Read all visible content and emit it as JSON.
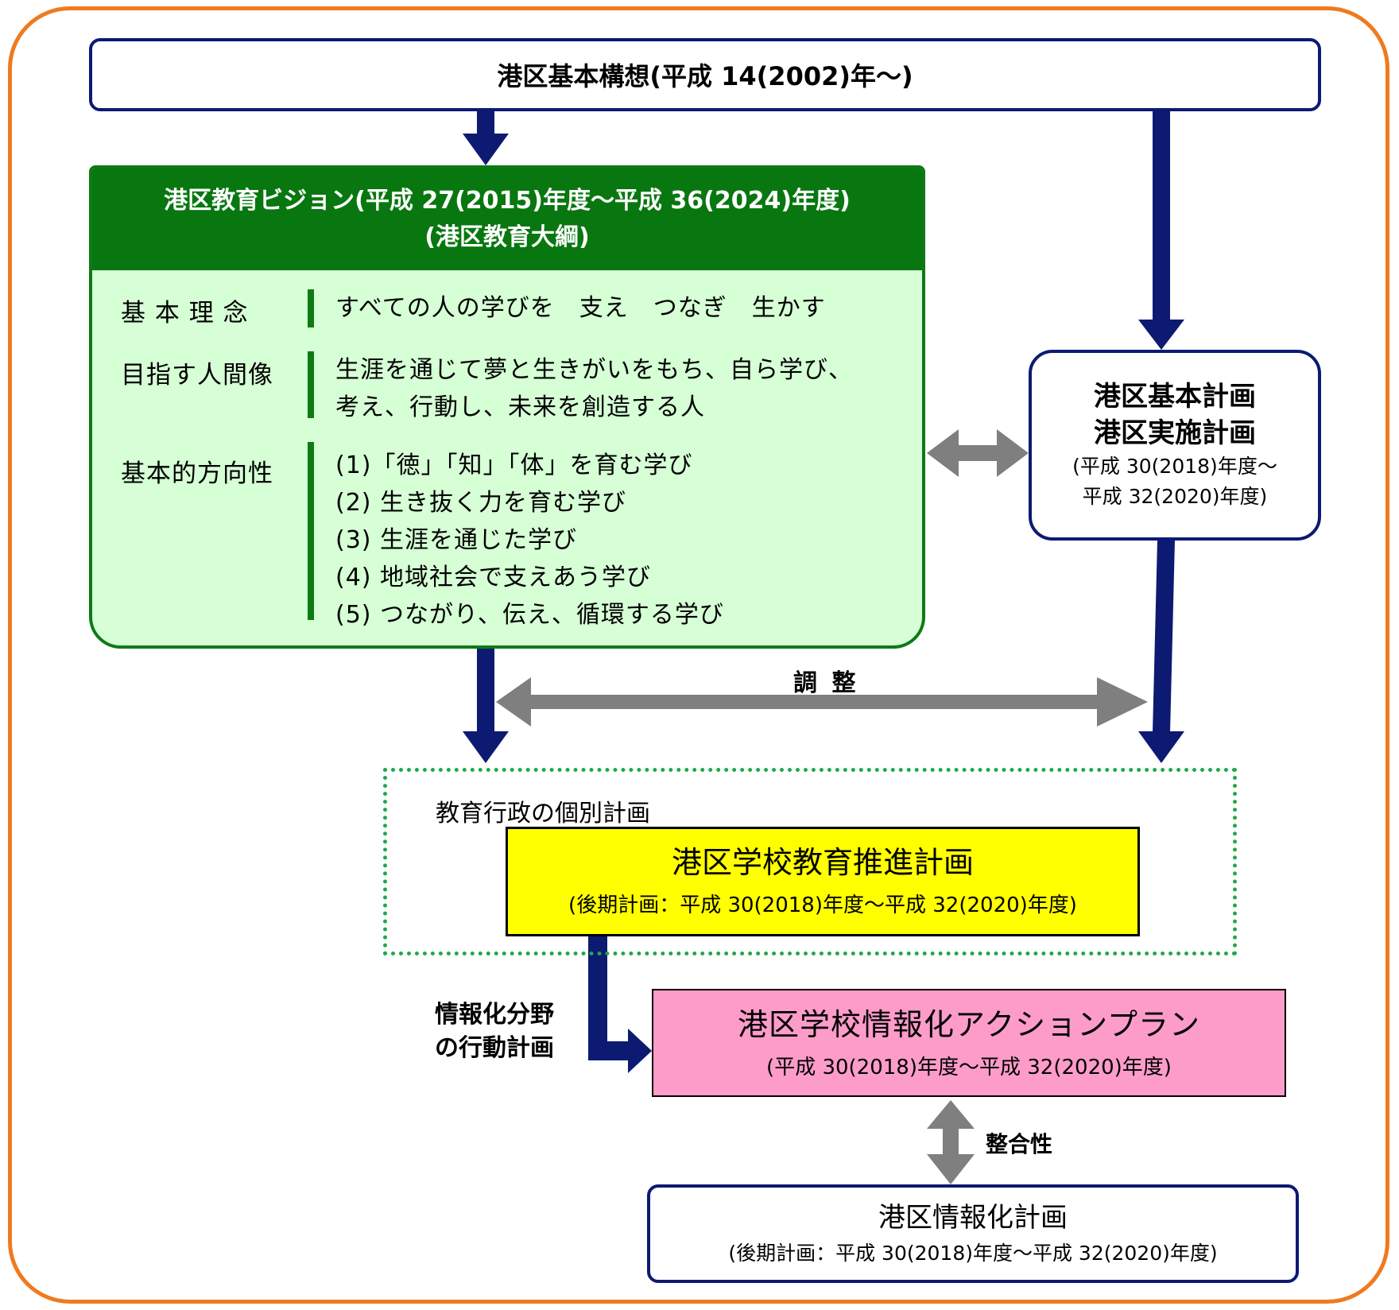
{
  "top": {
    "title": "港区基本構想(平成 14(2002)年～)"
  },
  "vision": {
    "title_line1": "港区教育ビジョン(平成 27(2015)年度～平成 36(2024)年度)",
    "title_line2": "(港区教育大綱)",
    "rows": [
      {
        "label": "基 本 理 念",
        "lines": [
          "すべての人の学びを　支え　つなぎ　生かす"
        ]
      },
      {
        "label": "目指す人間像",
        "lines": [
          "生涯を通じて夢と生きがいをもち、自ら学び、",
          "考え、行動し、未来を創造する人"
        ]
      },
      {
        "label": "基本的方向性",
        "lines": [
          "(1)「徳」「知」「体」を育む学び",
          "(2) 生き抜く力を育む学び",
          "(3) 生涯を通じた学び",
          "(4) 地域社会で支えあう学び",
          "(5) つながり、伝え、循環する学び"
        ]
      }
    ]
  },
  "plan": {
    "line1": "港区基本計画",
    "line2": "港区実施計画",
    "period1": "(平成 30(2018)年度～",
    "period2": "平成 32(2020)年度)"
  },
  "adjust_label": "調 整",
  "dotted_label": "教育行政の個別計画",
  "school_plan": {
    "title": "港区学校教育推進計画",
    "period": "(後期計画：平成 30(2018)年度～平成 32(2020)年度)"
  },
  "action_label_line1": "情報化分野",
  "action_label_line2": "の行動計画",
  "action_plan": {
    "title": "港区学校情報化アクションプラン",
    "period": "(平成 30(2018)年度～平成 32(2020)年度)"
  },
  "consistency_label": "整合性",
  "info_plan": {
    "title": "港区情報化計画",
    "period": "(後期計画：平成 30(2018)年度～平成 32(2020)年度)"
  },
  "colors": {
    "frame": "#f07a1e",
    "navy": "#0c1a72",
    "green_header": "#087710",
    "green_fill": "#d6ffd6",
    "gray_arrow": "#7f7f7f",
    "yellow": "#ffff00",
    "pink": "#fe9cc9"
  }
}
